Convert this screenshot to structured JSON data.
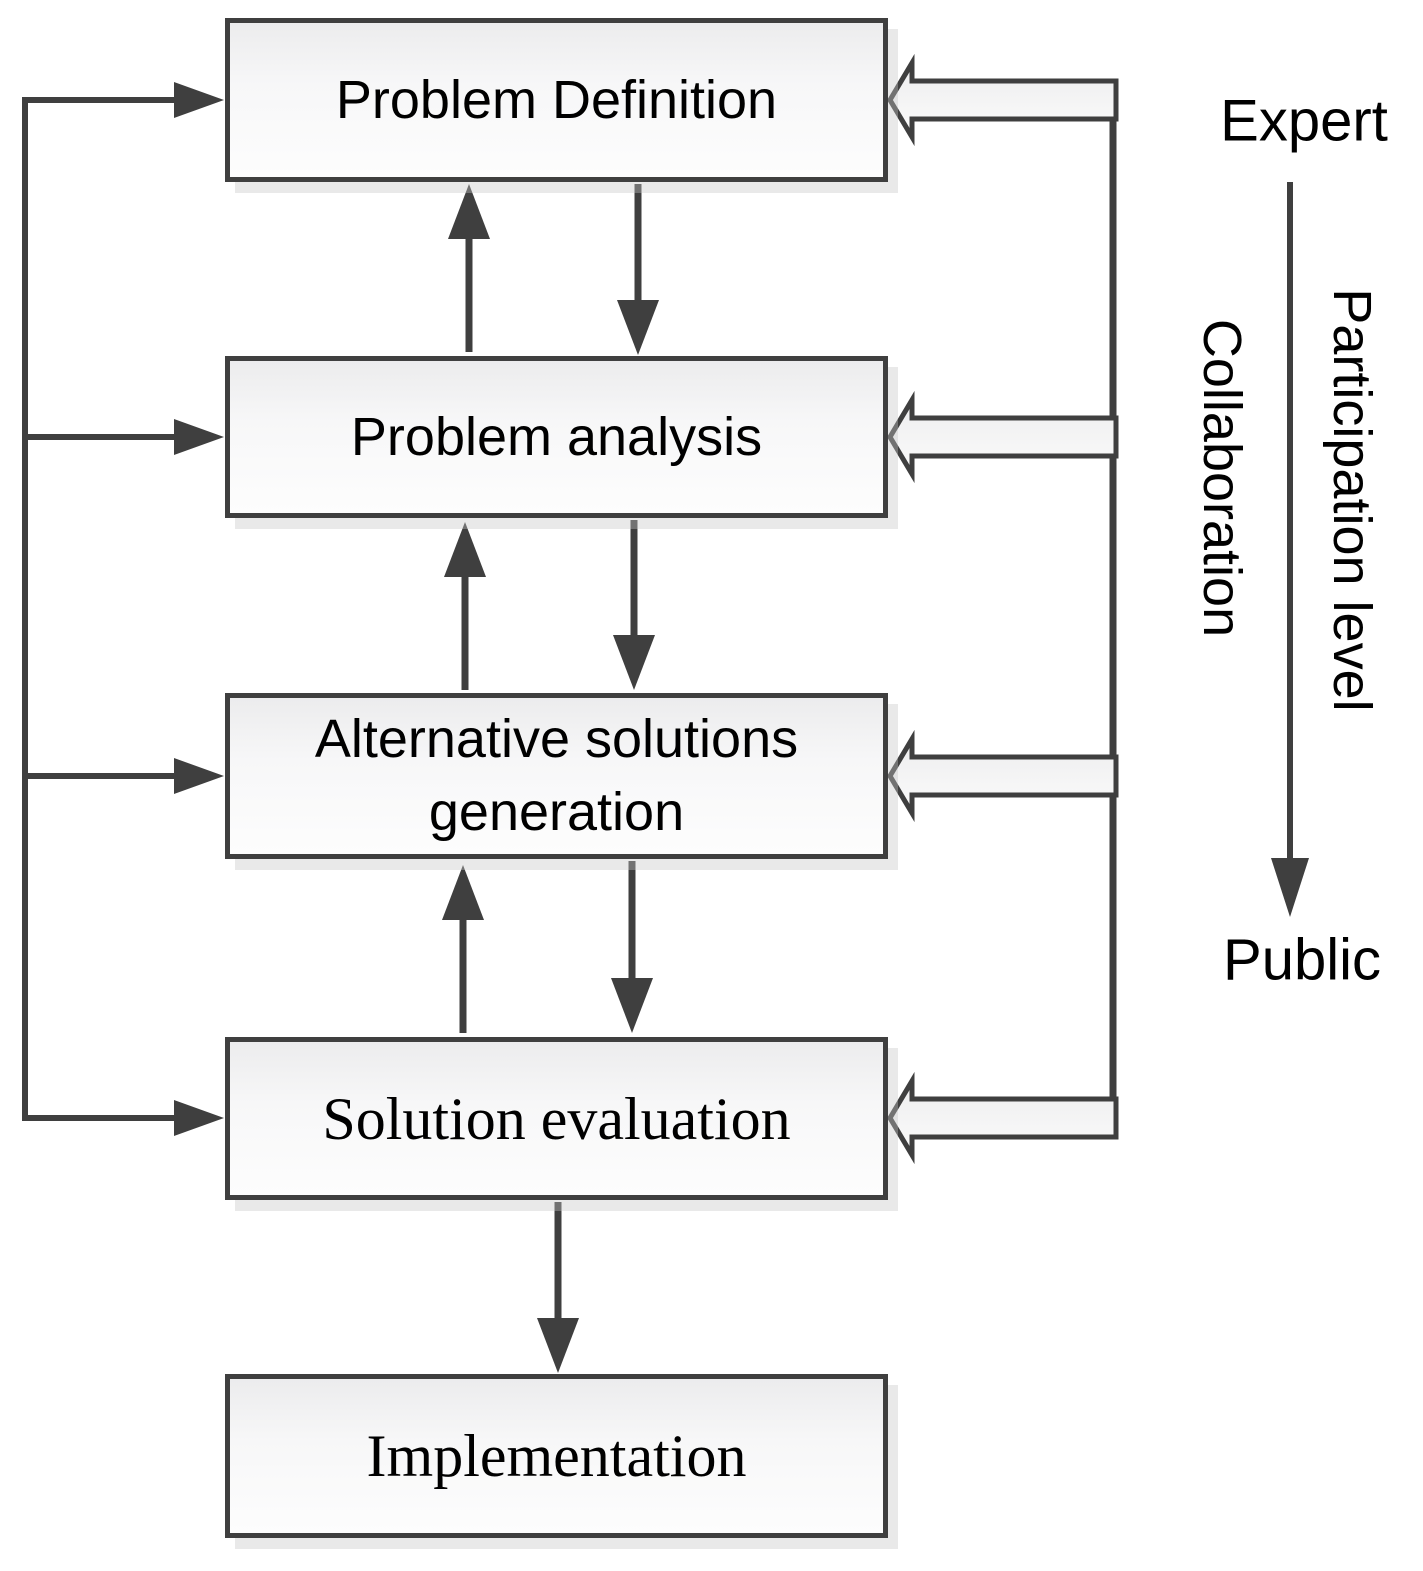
{
  "diagram": {
    "title_implicit": "Participatory decision-making process flowchart",
    "boxes": [
      {
        "id": "problem-definition",
        "label": "Problem Definition"
      },
      {
        "id": "problem-analysis",
        "label": "Problem analysis"
      },
      {
        "id": "alternative-solutions-generation",
        "label": "Alternative solutions generation"
      },
      {
        "id": "solution-evaluation",
        "label": "Solution evaluation"
      },
      {
        "id": "implementation",
        "label": "Implementation"
      }
    ],
    "side_labels": {
      "expert": "Expert",
      "public": "Public",
      "collaboration": "Collaboration",
      "participation_level": "Participation level"
    },
    "colors": {
      "stroke": "#3f3f3f",
      "box_fill_top": "#ececed",
      "box_fill_bottom": "#fdfdfd",
      "text": "#000000",
      "shadow": "#c6c6c6"
    }
  }
}
